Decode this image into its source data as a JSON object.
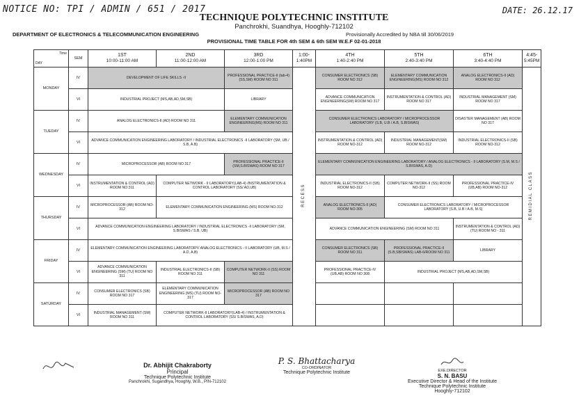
{
  "header": {
    "notice": "NOTICE NO: TPI / ADMIN / 651 / 2017",
    "date": "DATE: 26.12.17",
    "institute": "TECHNIQUE POLYTECHNIC INSTITUTE",
    "address": "Panchrokhi, Suandhya, Hooghly-712102",
    "department": "DEPARTMENT OF ELECTRONICS & TELECOMMUNICATION ENGINEERING",
    "accreditation": "Provisionally Accredited by NBA till 30/06/2019",
    "timetable_title": "PROVISIONAL TIME TABLE FOR 4th SEM & 6th SEM W.E.F 02-01-2018"
  },
  "grid": {
    "corner_time": "Time",
    "corner_day": "DAY",
    "sem_header": "SEM",
    "periods": [
      {
        "no": "1ST",
        "time": "10:00-11:00 AM"
      },
      {
        "no": "2ND",
        "time": "11:00-12:00 AM"
      },
      {
        "no": "3RD",
        "time": "12:00-1:00 PM"
      },
      {
        "no": "1:00-",
        "time": "1:40PM"
      },
      {
        "no": "4TH",
        "time": "1:40-2:40 PM"
      },
      {
        "no": "5TH",
        "time": "2:40-3:40 PM"
      },
      {
        "no": "6TH",
        "time": "3:40-4:40 PM"
      },
      {
        "no": "4:45-",
        "time": "5:45PM"
      }
    ],
    "recess": "RECESS",
    "remedial": "REMIDIAL CLASS",
    "days": {
      "mon": "MONDAY",
      "tue": "TUEDAY",
      "wed": "WEDNESDAY",
      "thu": "THURSDAY",
      "fri": "FRIDAY",
      "sat": "SATURDAY"
    },
    "sems": {
      "iv": "IV",
      "vi": "VI"
    },
    "cells": {
      "mon_iv_12": "DEVELOPMENT OF LIFE SKILLS -II",
      "mon_iv_3": "PROFESSIONAL PRACTICE-II (lab-4) (SS,SM) ROOM NO 311",
      "mon_iv_4": "CONSUMER ELECTRONICS (SB) ROOM NO 312",
      "mon_iv_5": "ELEMENTARY COMMUNICATION ENGINEERING(MS) ROOM NO 312",
      "mon_iv_6": "ANALOG ELECTRONICS-II (AD) ROOM NO 312",
      "mon_vi_12": "INDUSTRIAL PROJECT (MS,AB,AD,SM,SB)",
      "mon_vi_3": "LIBRARY",
      "mon_vi_4": "ADVANCE COMMUNICATION ENGINEERING(SM) ROOM NO 317",
      "mon_vi_5": "INSTRUMENTATION & CONTROL (AD) ROOM NO 317",
      "mon_vi_6": "INDUSTRIAL MANAGEMENT (SM) ROOM NO 317",
      "tue_iv_12": "ANALOG ELECTRONICS-II (AD) ROOM NO 311",
      "tue_iv_3": "ELEMENTARY COMMUNICATION ENGINEERING(MS) ROOM NO 311",
      "tue_iv_45": "CONSUMER ELECTRONICS LABORATORY / MICROPROCESSOR LABORATORY (S.B, U.B / A.B, S.BISWAS)",
      "tue_iv_6": "DISASTER MANAGEMENT (AB) ROOM NO 317",
      "tue_vi_123": "ADVANCE COMMUNICATION ENGINEERING LABORATORY / INDUSTRIAL ELECTRONICS -II LABORATORY (SM, UB / S.B, A.B)",
      "tue_vi_4": "INSTRUMENTATION & CONTROL (AD) ROOM NO-312",
      "tue_vi_5": "INDUSTRIAL MANAGEMENT(SM) ROOM NO-312",
      "tue_vi_6": "INDUSTRIAL ELECTRONICS-II (SB) ROOM NO-312",
      "wed_iv_12": "MICROPROCESSOR (AB) ROOM NO 317",
      "wed_iv_3": "PROFESSIONAL PRACTICE-II (SM,S.BISWAS) ROOM NO 317",
      "wed_iv_456": "ELEMENTARY COMMUNICATION ENGINEERING LABORATORY / ANALOG ELECTRONICS - II LABORATORY (S.M, M.S / S.BISWAS, A.D)",
      "wed_vi_1": "INSTRUMENTATION & CONTROL (AD) ROOM NO:311",
      "wed_vi_23": "COMPUTER NETWORK - II LABORATORY(LAB-4) /INSTRUMENTATION & CONTROL LABORATORY (SS/ AD,UB)",
      "wed_vi_4": "INDUSTRIAL ELECTRONICS-II (SB) ROOM NO-312",
      "wed_vi_5": "COMPUTER NETWORK-II (SS) ROOM NO-312",
      "wed_vi_6": "PROFESSIONAL PRACTICE-IV (UB,AB) ROOM NO-312",
      "thu_iv_1": "MICROPROCESSOR (AB) ROOM NO-312",
      "thu_iv_23": "ELEMENTARY COMMUNICATION ENGINEERING (MS) ROOM NO-312",
      "thu_iv_4": "ANALOG ELECTRONICS-II (AD) ROOM NO-305",
      "thu_iv_56": "CONSUMER ELECTRONICS LABORATORY / MICROPROCESSOR LABORATORY (S.B, U.B / A.B, M.S)",
      "thu_vi_123": "ADVANCE COMMUNICATION ENGINEERING LABORATORY / INDUSTRIAL ELECTRONICS -II LABORATORY (SM, S.BISWAS / S.B, UB)",
      "thu_vi_45": "ADVANCE COMMUNICATION ENGINEERING (SM) ROOM NO 311",
      "thu_vi_6": "INSTRUMENTATION & CONTROL (AD) (TU) ROOM NO - 311",
      "fri_iv_123": "ELEMENTARY COMMUNICATION ENGINEERING LABORATORY/ ANALOG ELECTRONICS - II LABORATORY (UB, M.S / A.D, A.B)",
      "fri_iv_4": "CONSUMER ELECTRONICS (SB) ROOM NO 311",
      "fri_iv_5": "PROFESSIONAL PRACTICE-II (S.B,SBISWAS) LAB-6/ROOM NO 311",
      "fri_iv_6": "LIBRARY",
      "fri_vi_1": "ADVANCE COMMUNICATION ENGINEERING (SM) (TU) ROOM NO 311",
      "fri_vi_2": "INDUSTRIAL ELECTRONICS-II (SB) ROOM NO 311",
      "fri_vi_3": "COMPUTER NETWORK-II (SS) ROOM NO 311",
      "fri_vi_4": "PROFESSIONAL PRACTICE-IV (UB,AB) ROOM NO 308",
      "fri_vi_56": "INDUSTRIAL PROJECT (MS,AB,AD,SM,SB)",
      "sat_iv_1": "CONSUMER ELECTRONICS (SB) ROOM NO 317",
      "sat_iv_2": "ELEMENTARY COMMUNICATION ENGINEERING (MS) (TU) ROOM NO-317",
      "sat_iv_3": "MICROPROCESSOR (AB) ROOM NO 317",
      "sat_vi_1": "INDUSTRIAL MANAGEMENT (SM) ROOM NO 311",
      "sat_vi_23": "COMPUTER NETWORK-II LABORATORY(LAB-4) / INSTRUMENTATION & CONTROL LABORATORY (SS/ S.BISWAS, A.D)"
    }
  },
  "signatures": {
    "principal_name": "Dr. Abhijit Chakraborty",
    "principal_title": "Principal",
    "principal_inst": "Technique Polytechnic Institute",
    "principal_addr": "Panchrokhi, Sugandhya, Hooghly, W.B., PIN-712102",
    "coord_name": "P. S. Bhattacharya",
    "coord_title": "CO-ORDINATOR",
    "coord_inst": "Technique Polytechnic Institute",
    "ed_label": "EXE.DIRECTOR",
    "ed_name": "S. N. BASU",
    "ed_title": "Executive Director & Head of the Institute",
    "ed_inst": "Technique Polytechnic Institute",
    "ed_addr": "Hooghly-712102"
  },
  "colors": {
    "shade": "#c9c9c9",
    "ink": "#1a1a1a"
  }
}
